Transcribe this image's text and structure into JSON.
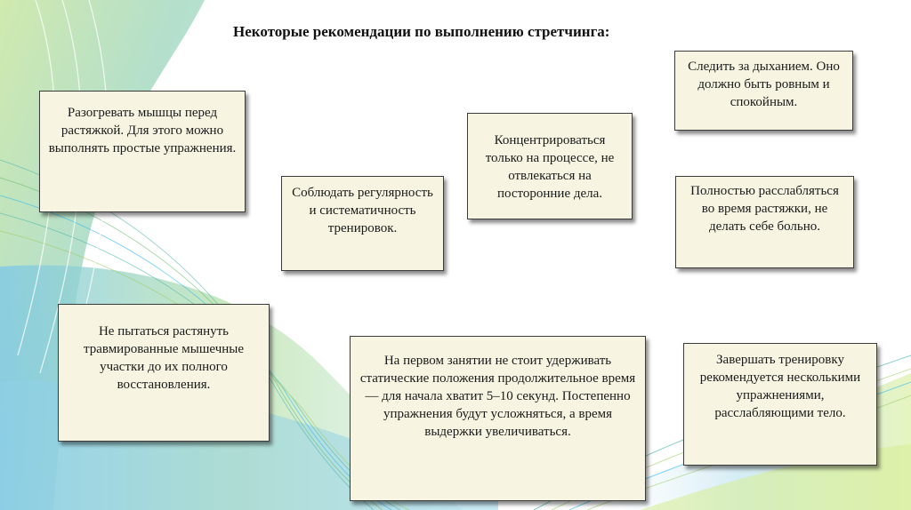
{
  "slide": {
    "title": "Некоторые рекомендации по выполнению стретчинга:",
    "boxes": [
      {
        "text": "Разогревать мышцы перед растяжкой. Для этого можно выполнять простые упражнения."
      },
      {
        "text": "Соблюдать регулярность и систематичность тренировок."
      },
      {
        "text": "Концентрироваться только на процессе, не отвлекаться на посторонние дела."
      },
      {
        "text": "Следить за дыханием. Оно должно быть ровным и спокойным."
      },
      {
        "text": "Полностью расслабляться во время растяжки, не делать себе больно."
      },
      {
        "text": "Не пытаться растянуть травмированные мышечные участки до их полного восстановления."
      },
      {
        "text": "На первом занятии не стоит удерживать статические положения продолжительное время — для начала хватит 5–10 секунд. Постепенно упражнения будут усложняться, а время выдержки увеличиваться."
      },
      {
        "text": "Завершать тренировку рекомендуется несколькими упражнениями, расслабляющими тело."
      }
    ]
  },
  "colors": {
    "box_fill": "#f7f5e2",
    "box_border": "#3b3b3b",
    "wave_green": "#9ccc65",
    "wave_teal": "#4db6ac",
    "wave_blue": "#29b6f6"
  }
}
